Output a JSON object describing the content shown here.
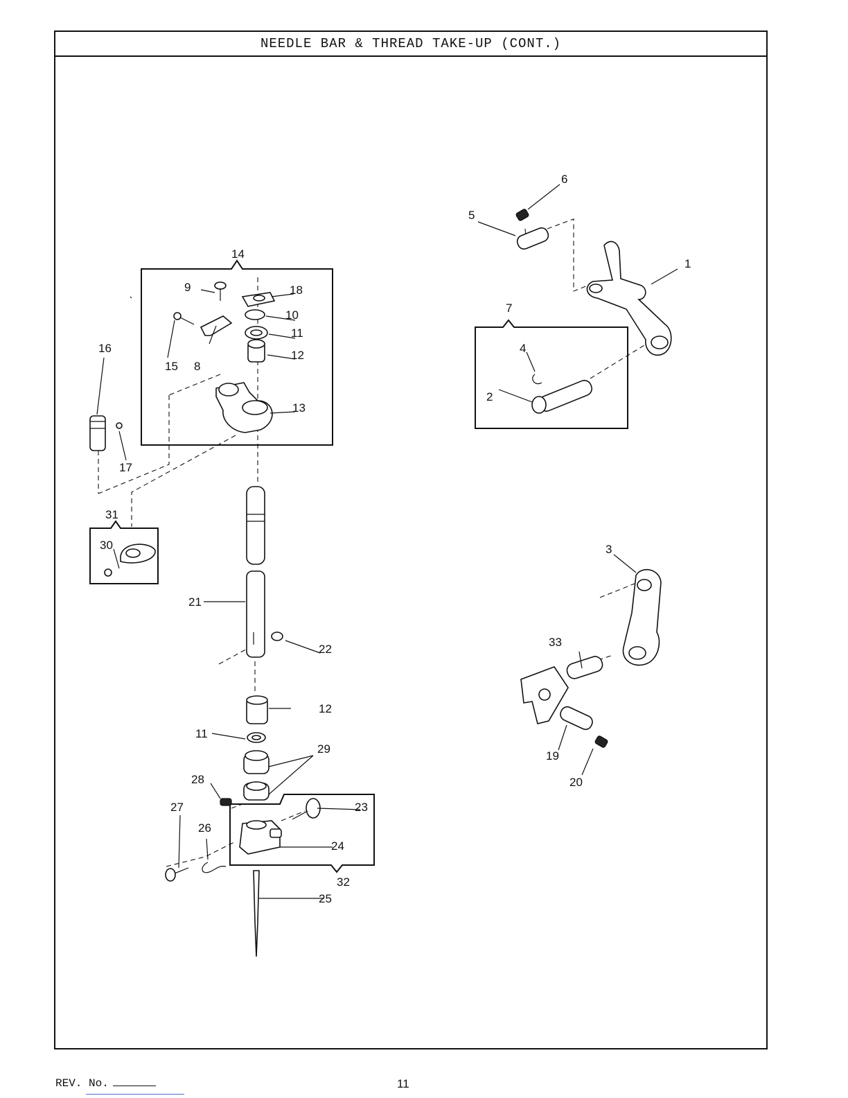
{
  "title": "NEEDLE BAR & THREAD TAKE-UP (CONT.)",
  "footer": {
    "rev_label": "REV. No.",
    "page_number": "11"
  },
  "callouts": {
    "c1": "1",
    "c2": "2",
    "c3": "3",
    "c4": "4",
    "c5": "5",
    "c6": "6",
    "c7": "7",
    "c8": "8",
    "c9": "9",
    "c10a": "10",
    "c11a": "11",
    "c11b": "11",
    "c12a": "12",
    "c12b": "12",
    "c13": "13",
    "c14": "14",
    "c15": "15",
    "c16": "16",
    "c17": "17",
    "c18": "18",
    "c19": "19",
    "c20": "20",
    "c21": "21",
    "c22": "22",
    "c23": "23",
    "c24": "24",
    "c25": "25",
    "c26": "26",
    "c27": "27",
    "c28": "28",
    "c29": "29",
    "c30": "30",
    "c31": "31",
    "c32": "32",
    "c33": "33"
  }
}
